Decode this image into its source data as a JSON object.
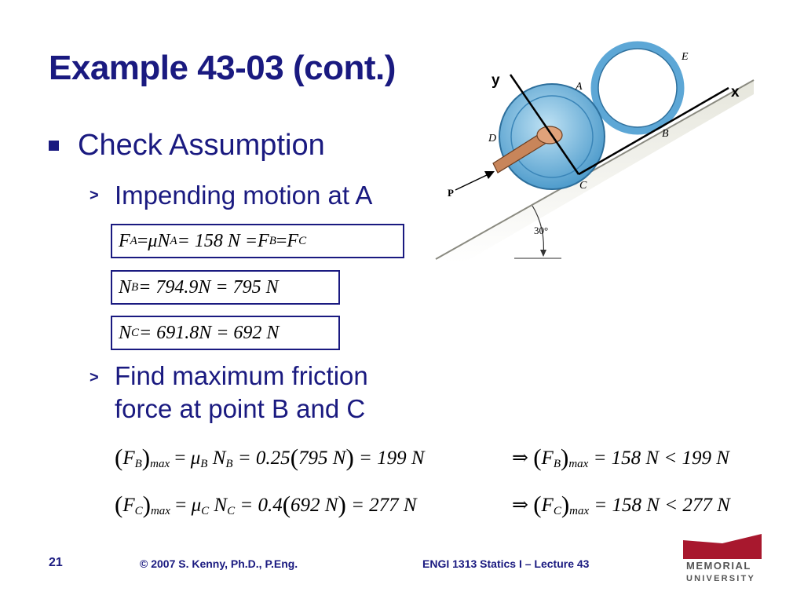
{
  "slide": {
    "title": "Example 43-03 (cont.)",
    "bullet": "Check Assumption",
    "sub1": "Impending motion at A",
    "sub2_line1": "Find maximum friction",
    "sub2_line2": "force at point B and C"
  },
  "equations": {
    "box1": {
      "fa": "F",
      "fa_sub": "A",
      "eq1": " = ",
      "mu": "μ",
      "na": " N",
      "na_sub": "A",
      "eq2": " = 158 N = ",
      "fb": "F",
      "fb_sub": "B",
      "eq3": " = ",
      "fc": "F",
      "fc_sub": "C"
    },
    "box2": {
      "n": "N",
      "n_sub": "B",
      "rest": " = 794.9N = 795 N"
    },
    "box3": {
      "n": "N",
      "n_sub": "C",
      "rest": " = 691.8N = 692 N"
    },
    "row1": {
      "f": "F",
      "f_sub": "B",
      "max": "max",
      "mid": " = ",
      "mu": "μ",
      "mu_sub": "B",
      "n": " N",
      "n_sub": "B",
      "coef": " = 0.25",
      "val": "795 N",
      "res": " = 199 N",
      "imp": "⇒",
      "f2": "F",
      "f2_sub": "B",
      "max2": "max",
      "cmp": " = 158 N < 199 N"
    },
    "row2": {
      "f": "F",
      "f_sub": "C",
      "max": "max",
      "mid": " = ",
      "mu": "μ",
      "mu_sub": "C",
      "n": " N",
      "n_sub": "C",
      "coef": " = 0.4",
      "val": "692 N",
      "res": " = 277 N",
      "imp": "⇒",
      "f2": "F",
      "f2_sub": "C",
      "max2": "max",
      "cmp": " = 158 N < 277 N"
    }
  },
  "figure": {
    "axis_y": "y",
    "axis_x": "x",
    "label_a": "A",
    "label_b": "B",
    "label_c": "C",
    "label_d": "D",
    "label_e": "E",
    "label_p": "P",
    "angle": "30°",
    "colors": {
      "wheel": "#6cb4dc",
      "ring": "#8ec8e8",
      "rod": "#c8855a",
      "incline": "#d9d9d0"
    }
  },
  "footer": {
    "page": "21",
    "copyright": "© 2007 S. Kenny, Ph.D., P.Eng.",
    "course": "ENGI 1313 Statics I – Lecture 43",
    "logo_line1": "MEMORIAL",
    "logo_line2": "UNIVERSITY",
    "logo_color": "#a8182e"
  }
}
